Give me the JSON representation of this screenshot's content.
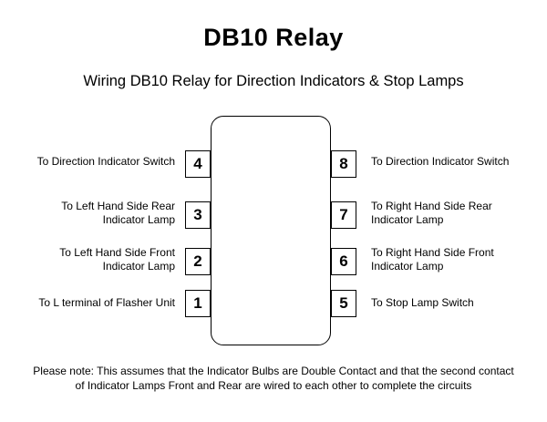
{
  "title": "DB10 Relay",
  "subtitle": "Wiring DB10 Relay for Direction Indicators & Stop Lamps",
  "pins": {
    "p1": {
      "number": "1",
      "label_line1": "To L terminal of Flasher Unit",
      "label_line2": ""
    },
    "p2": {
      "number": "2",
      "label_line1": "To Left Hand Side Front",
      "label_line2": "Indicator Lamp"
    },
    "p3": {
      "number": "3",
      "label_line1": "To Left Hand Side Rear",
      "label_line2": "Indicator Lamp"
    },
    "p4": {
      "number": "4",
      "label_line1": "To Direction Indicator Switch",
      "label_line2": ""
    },
    "p5": {
      "number": "5",
      "label_line1": "To Stop Lamp Switch",
      "label_line2": ""
    },
    "p6": {
      "number": "6",
      "label_line1": "To Right Hand Side Front",
      "label_line2": "Indicator Lamp"
    },
    "p7": {
      "number": "7",
      "label_line1": "To Right Hand Side Rear",
      "label_line2": "Indicator Lamp"
    },
    "p8": {
      "number": "8",
      "label_line1": "To Direction Indicator Switch",
      "label_line2": ""
    }
  },
  "note": {
    "line1": "Please note: This assumes that the Indicator Bulbs are Double Contact and that the second contact",
    "line2": "of Indicator Lamps Front and Rear are wired to each other to complete the circuits"
  }
}
